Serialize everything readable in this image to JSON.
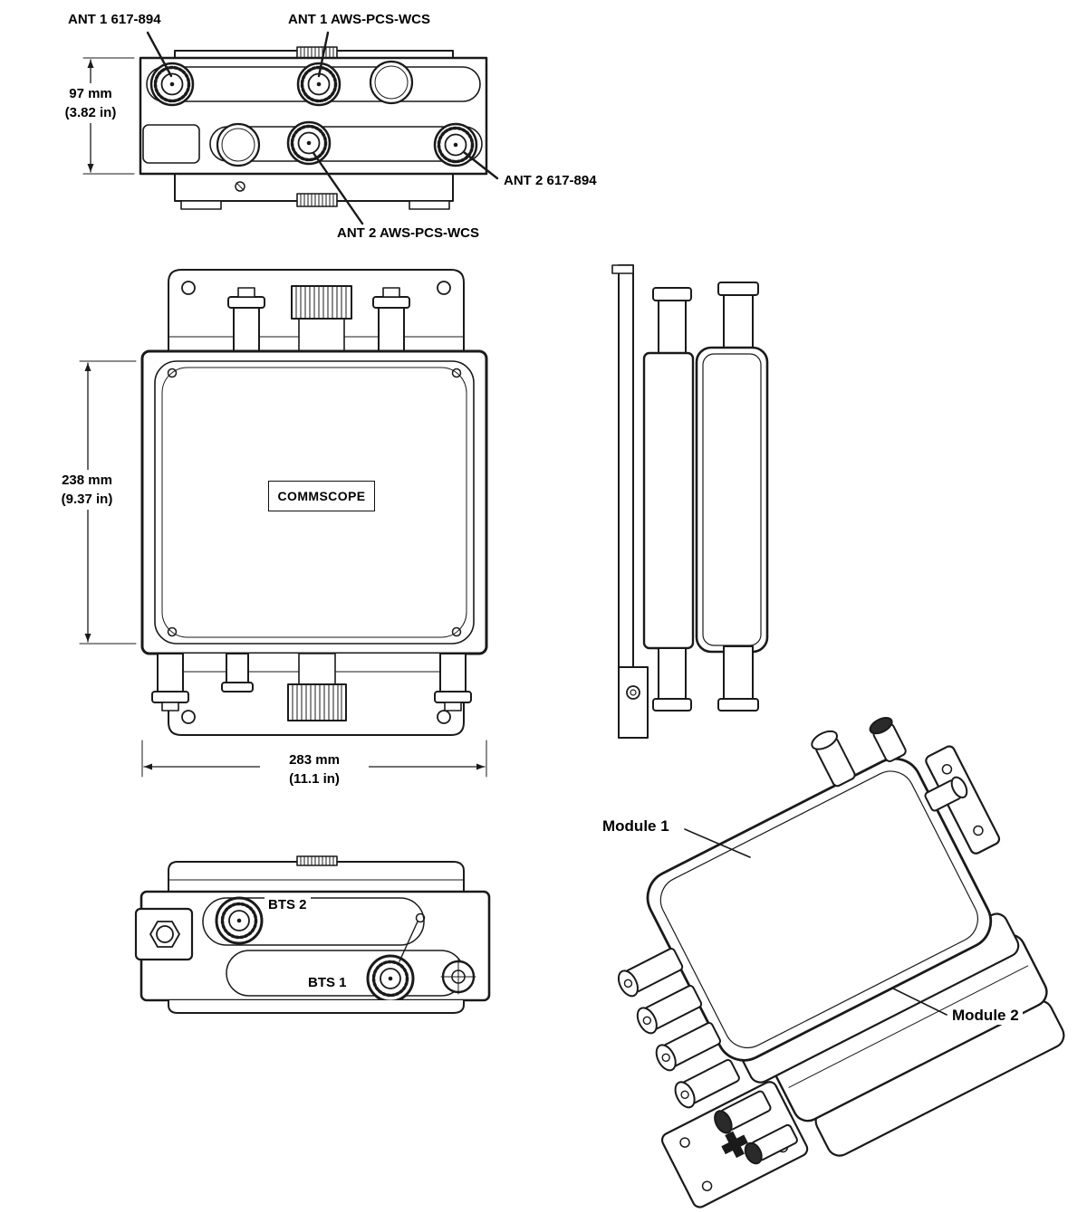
{
  "colors": {
    "line": "#1a1a1a",
    "background": "#ffffff"
  },
  "top_view": {
    "callouts": {
      "ant1_617": "ANT 1 617-894",
      "ant1_aws": "ANT 1 AWS-PCS-WCS",
      "ant2_617": "ANT 2 617-894",
      "ant2_aws": "ANT 2 AWS-PCS-WCS"
    },
    "dimension_height": {
      "mm": "97 mm",
      "in": "(3.82 in)"
    }
  },
  "front_view": {
    "brand_label": "COMMSCOPE",
    "dimension_height": {
      "mm": "238 mm",
      "in": "(9.37 in)"
    },
    "dimension_width": {
      "mm": "283 mm",
      "in": "(11.1 in)"
    }
  },
  "bottom_view": {
    "callouts": {
      "bts2": "BTS 2",
      "bts1": "BTS 1"
    }
  },
  "isometric_view": {
    "callouts": {
      "module1": "Module 1",
      "module2": "Module 2"
    }
  }
}
